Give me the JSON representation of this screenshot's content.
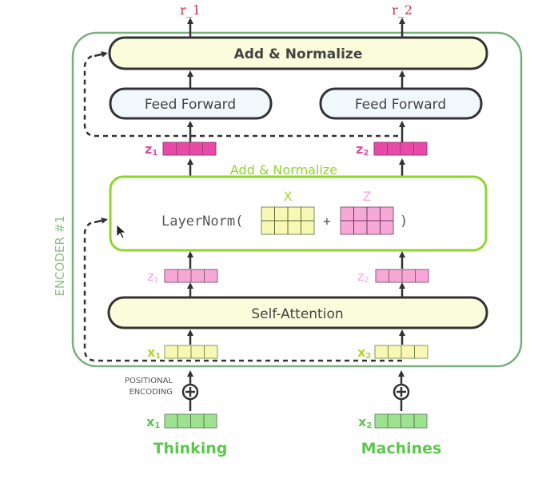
{
  "outputs": {
    "r1": "r_1",
    "r2": "r_2"
  },
  "encoder": {
    "label": "ENCODER #1"
  },
  "blocks": {
    "add_norm_top": "Add & Normalize",
    "feed_forward_1": "Feed Forward",
    "feed_forward_2": "Feed Forward",
    "add_norm_mid": "Add & Normalize",
    "layernorm_fn": "LayerNorm(",
    "layernorm_close": ")",
    "plus": "+",
    "matrix_x_label": "X",
    "matrix_z_label": "Z",
    "self_attention": "Self-Attention"
  },
  "vectors": {
    "z_after_norm": [
      "z",
      "z"
    ],
    "z_attn": [
      "z",
      "z"
    ],
    "x_input": [
      "x",
      "x"
    ],
    "x_embed": [
      "x",
      "x"
    ],
    "subscripts": [
      "1",
      "2"
    ]
  },
  "positional_encoding": {
    "line1": "POSITIONAL",
    "line2": "ENCODING"
  },
  "words": [
    "Thinking",
    "Machines"
  ],
  "colors": {
    "encoder_border": "#7aaf7e",
    "dark": "#333333",
    "yellow_fill": "#fbfcdc",
    "ff_fill": "#f1f8fc",
    "lime": "#8fd62b",
    "magenta": "#e84aa8",
    "pink": "#f7a8d6",
    "pale_yellow_cell": "#f6f8b4",
    "green_cell": "#9de38f",
    "output_red": "#d0324d",
    "word_green": "#5bc84c"
  }
}
